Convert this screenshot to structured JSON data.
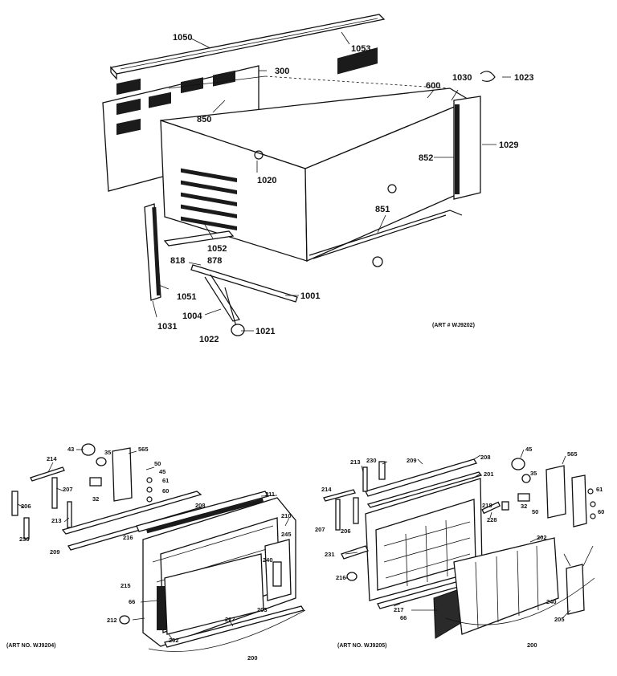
{
  "top_diagram": {
    "labels": {
      "p1050": "1050",
      "p1053": "1053",
      "p300": "300",
      "p1030": "1030",
      "p1023": "1023",
      "p600": "600",
      "p850": "850",
      "p1029": "1029",
      "p852": "852",
      "p1020": "1020",
      "p851": "851",
      "p1052": "1052",
      "p818": "818",
      "p878": "878",
      "p1051": "1051",
      "p1001": "1001",
      "p1004": "1004",
      "p1031": "1031",
      "p1022": "1022",
      "p1021": "1021"
    },
    "art_number": "(ART # WJ9202)"
  },
  "bottom_left_diagram": {
    "labels": {
      "p214": "214",
      "p43": "43",
      "p565": "565",
      "p35": "35",
      "p50": "50",
      "p45": "45",
      "p61": "61",
      "p60": "60",
      "p207": "207",
      "p32": "32",
      "p206": "206",
      "p213": "213",
      "p230": "230",
      "p209": "209",
      "p208": "208",
      "p210": "210",
      "p216": "216",
      "p215": "215",
      "p245": "245",
      "p66": "66",
      "p240": "240",
      "p212": "212",
      "p217": "217",
      "p202": "202",
      "p203": "203",
      "p200": "200",
      "p211": "211"
    },
    "art_number": "(ART NO. WJ9204)"
  },
  "bottom_right_diagram": {
    "labels": {
      "p213": "213",
      "p230": "230",
      "p209": "209",
      "p208": "208",
      "p201": "201",
      "p45": "45",
      "p565": "565",
      "p35": "35",
      "p214": "214",
      "p207": "207",
      "p206": "206",
      "p218": "218",
      "p32": "32",
      "p228": "228",
      "p50": "50",
      "p60": "60",
      "p61": "61",
      "p231": "231",
      "p202": "202",
      "p216": "216",
      "p217": "217",
      "p66": "66",
      "p240": "240",
      "p205": "205",
      "p200": "200"
    },
    "art_number": "(ART NO. WJ9205)"
  }
}
